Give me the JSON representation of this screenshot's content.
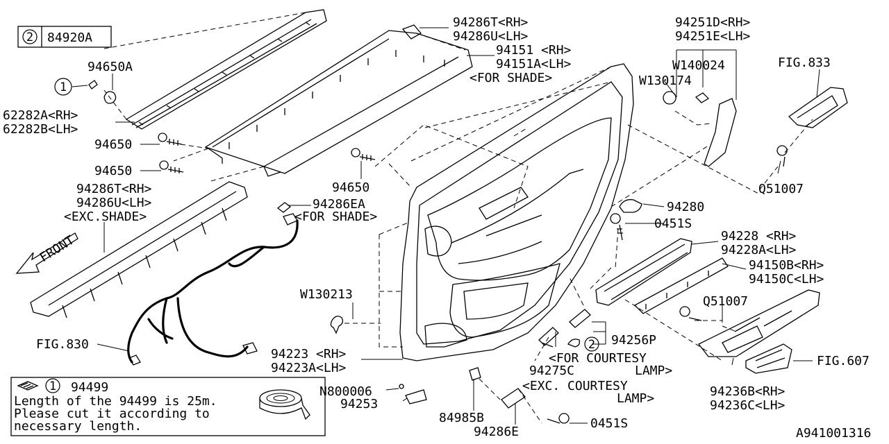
{
  "diagram": {
    "ref_box": {
      "circle": "2",
      "code": "84920A"
    },
    "labels": {
      "l_94650A": "94650A",
      "l_circ1": "1",
      "l_62282A": "62282A<RH>",
      "l_62282B": "62282B<LH>",
      "l_94650_a": "94650",
      "l_94650_b": "94650",
      "l_94286T_top": "94286T<RH>",
      "l_94286U_top": "94286U<LH>",
      "l_94151": "94151  <RH>",
      "l_94151A": "94151A<LH>",
      "l_forshade_1": "<FOR SHADE>",
      "l_94286T_mid": "94286T<RH>",
      "l_94286U_mid": "94286U<LH>",
      "l_excshade": "<EXC.SHADE>",
      "l_front": "FRONT",
      "l_94650_c": "94650",
      "l_94286EA": "94286EA",
      "l_forshade_2": "<FOR SHADE>",
      "l_94251D": "94251D<RH>",
      "l_94251E": "94251E<LH>",
      "l_W140024": "W140024",
      "l_W130174": "W130174",
      "l_FIG833": "FIG.833",
      "l_Q51007_a": "Q51007",
      "l_94280": "94280",
      "l_0451S_a": "0451S",
      "l_94228": "94228 <RH>",
      "l_94228A": "94228A<LH>",
      "l_94150B": "94150B<RH>",
      "l_94150C": "94150C<LH>",
      "l_Q51007_b": "Q51007",
      "l_W130213": "W130213",
      "l_FIG830": "FIG.830",
      "l_94223": "94223  <RH>",
      "l_94223A": "94223A<LH>",
      "l_94256P": "94256P",
      "l_circ2": "2",
      "l_forcourtesy_1": "<FOR COURTESY",
      "l_forcourtesy_2": "LAMP>",
      "l_94275C": "94275C",
      "l_FIG607": "FIG.607",
      "l_N800006": "N800006",
      "l_94253": "94253",
      "l_exccourtesy_1": "<EXC. COURTESY",
      "l_exccourtesy_2": "LAMP>",
      "l_94236B": "94236B<RH>",
      "l_94236C": "94236C<LH>",
      "l_84985B": "84985B",
      "l_94286E": "94286E",
      "l_0451S_b": "0451S",
      "l_code": "A941001316"
    },
    "note": {
      "circle": "1",
      "part": "94499",
      "line1": "Length of the 94499 is 25m.",
      "line2": "Please cut it according to",
      "line3": "necessary length."
    }
  }
}
